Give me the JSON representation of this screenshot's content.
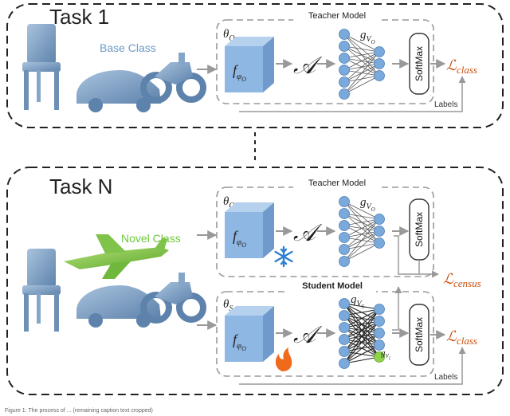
{
  "task1": {
    "title": "Task 1",
    "class_label": "Base Class",
    "teacher_title": "Teacher Model",
    "theta": "θ",
    "theta_sub": "O",
    "feat_f": "f",
    "feat_sub": "φ",
    "feat_subsub": "O",
    "agg": "𝒜",
    "g": "g",
    "g_sub": "V",
    "g_subsub": "O",
    "softmax": "SoftMax",
    "loss": "ℒ",
    "loss_sub": "class",
    "labels": "Labels"
  },
  "taskN": {
    "title": "Task N",
    "class_label": "Novel Class",
    "teacher_title": "Teacher Model",
    "student_title": "Student Model",
    "theta": "θ",
    "theta_teacher_sub": "O",
    "theta_student_sub": "S",
    "feat_f": "f",
    "feat_sub": "φ",
    "feat_subsub": "O",
    "agg": "𝒜",
    "g": "g",
    "g_teacher_sub": "V",
    "g_teacher_subsub": "O",
    "g_student_sub": "V",
    "g_student_subsub": "S",
    "g_novel": "g",
    "g_novel_sub": "V",
    "g_novel_subsub": "ζ",
    "softmax": "SoftMax",
    "loss_census": "ℒ",
    "loss_census_sub": "census",
    "loss_class": "ℒ",
    "loss_class_sub": "class",
    "labels": "Labels"
  },
  "icons": [
    "chair-icon",
    "car-icon",
    "motorcycle-icon",
    "airplane-icon",
    "snowflake-icon",
    "flame-icon"
  ],
  "colors": {
    "base_class": "#6c9bc7",
    "novel_class": "#6fc83a",
    "loss": "#c8500f",
    "feature_box": "#8fb7e3",
    "neuron": "#7aa9dc",
    "novel_neuron": "#8ed14a",
    "snowflake": "#2c7fd1",
    "flame": "#f06a1c"
  },
  "caption": "Figure 1: The process of ... (remaining caption text cropped)"
}
